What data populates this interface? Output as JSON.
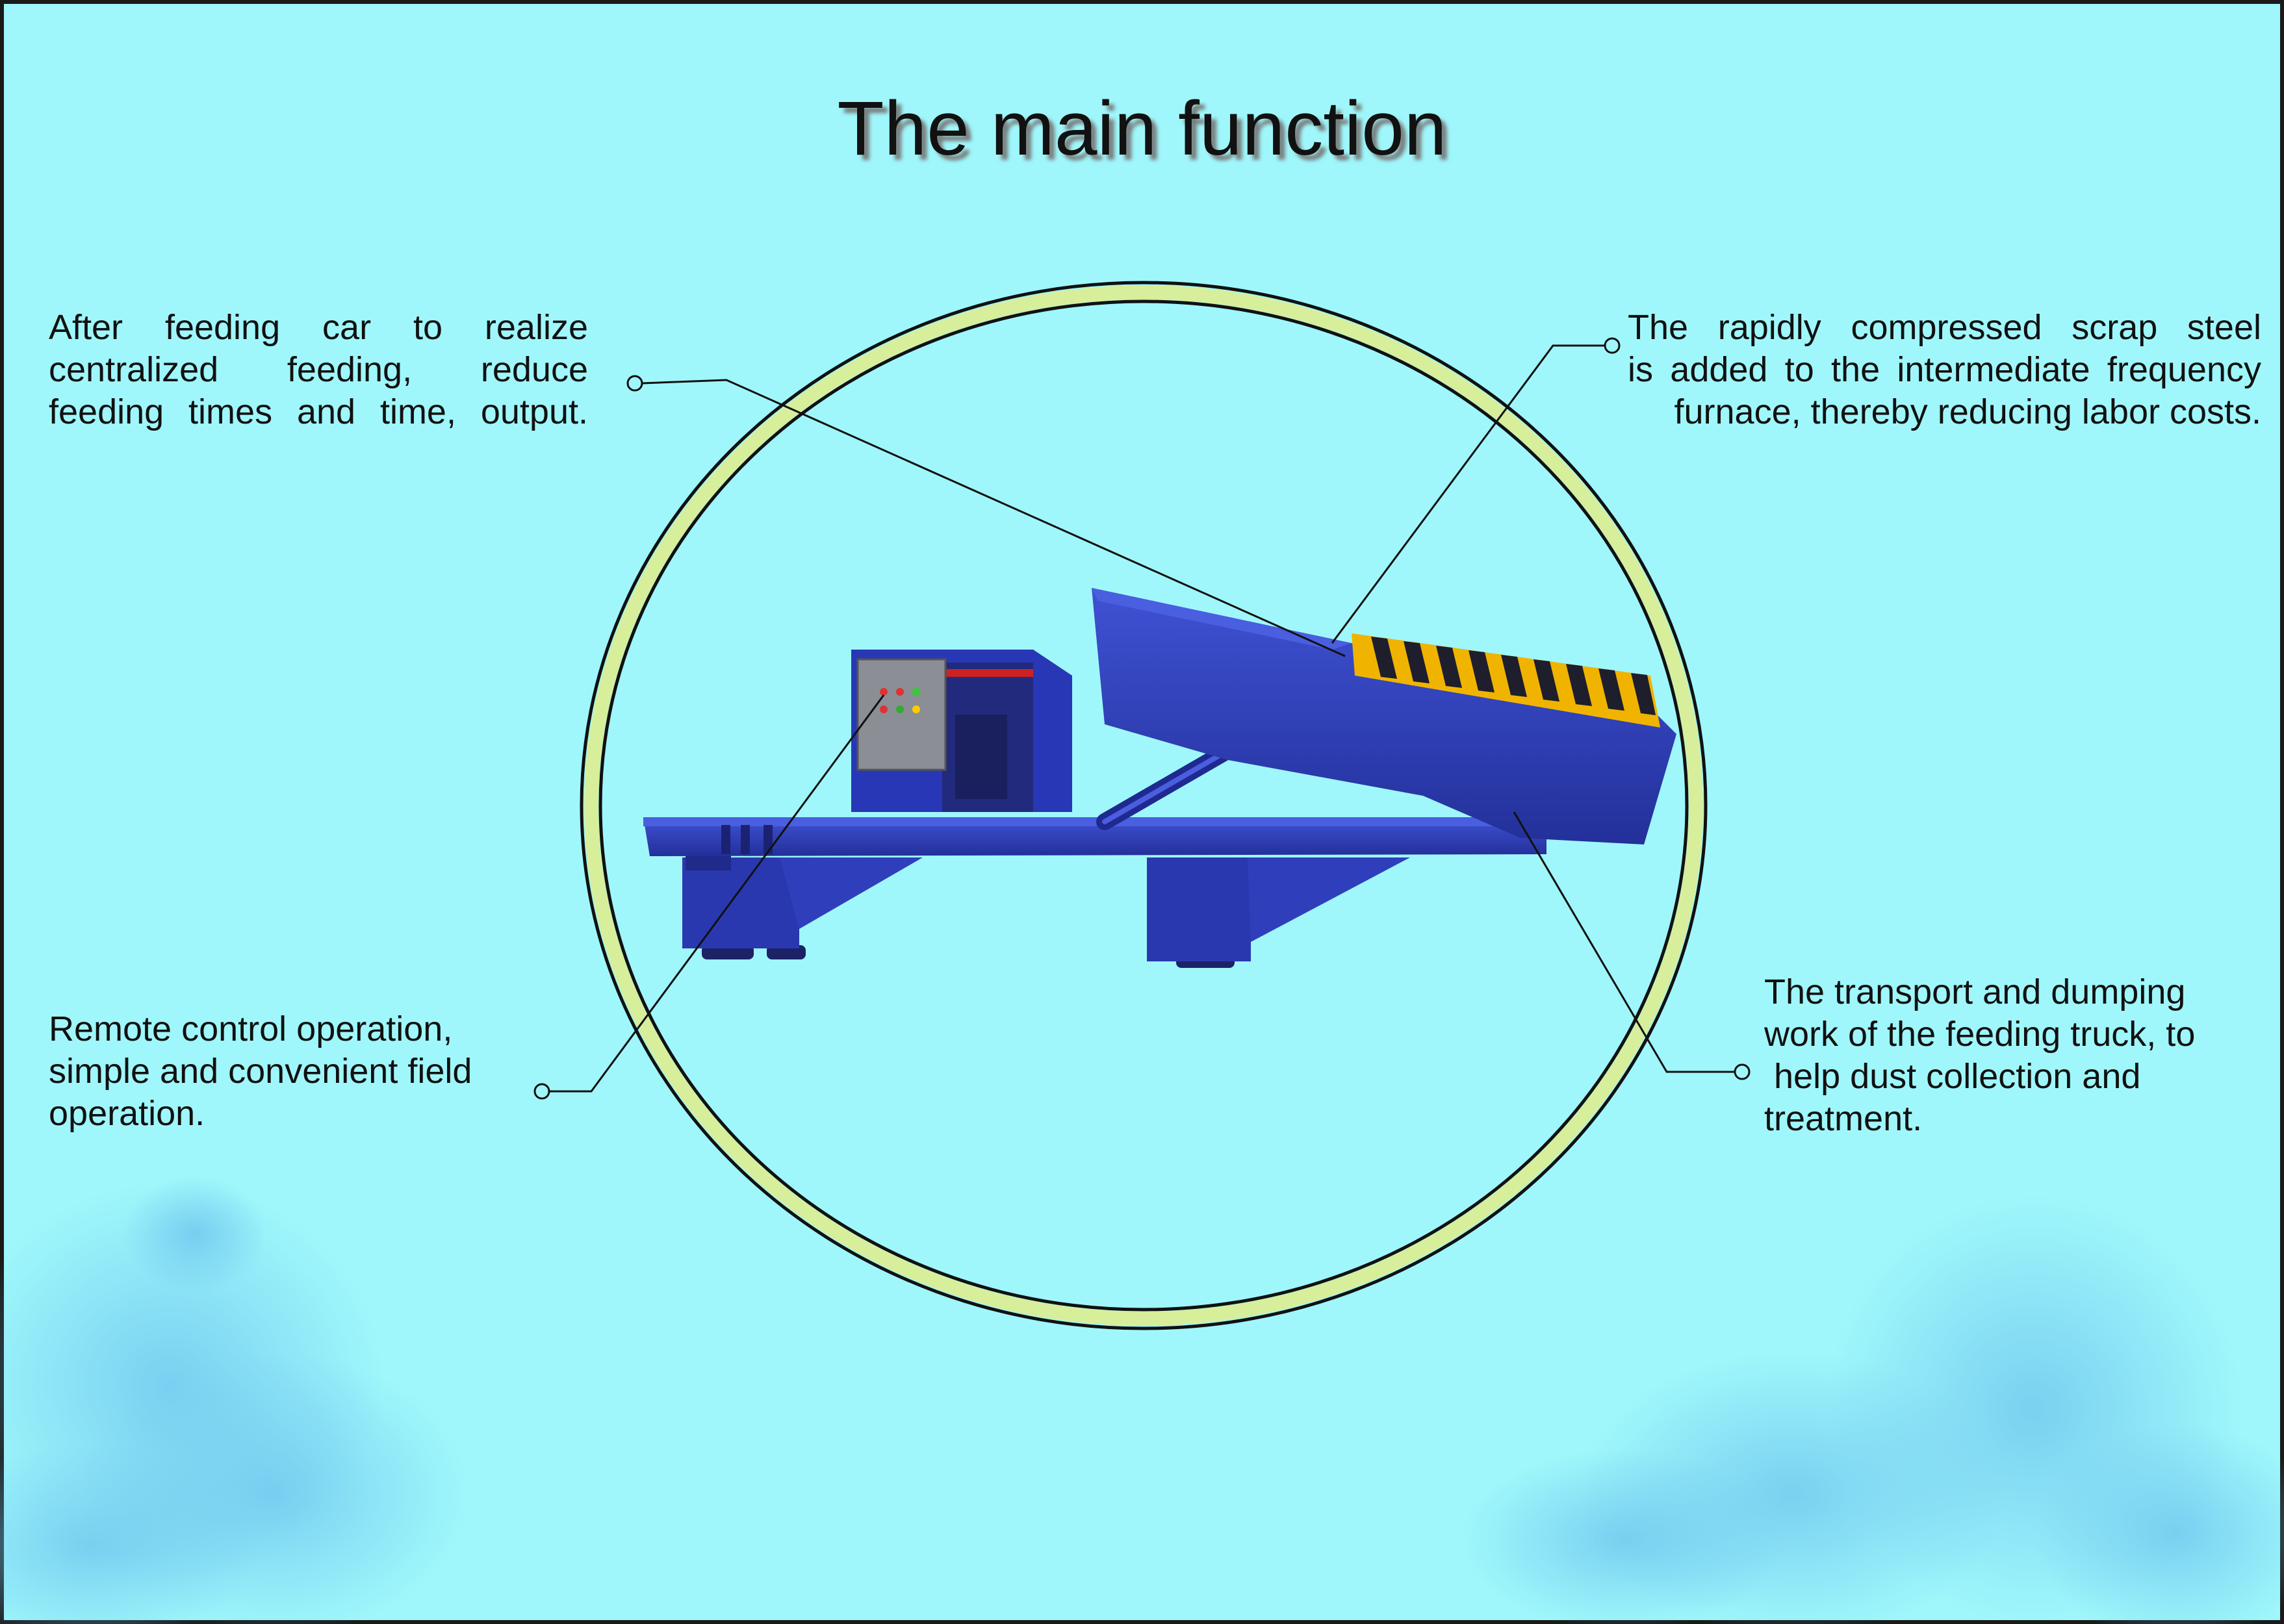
{
  "title": "The main function",
  "captions": {
    "top_left": [
      "After feeding car to realize",
      "centralized feeding, reduce",
      "feeding times and time, output."
    ],
    "top_right": [
      "The rapidly compressed scrap steel",
      "is added to the intermediate frequency",
      "furnace, thereby reducing labor costs."
    ],
    "bottom_left": [
      "Remote control operation,",
      "simple and convenient field",
      "operation."
    ],
    "bottom_right": [
      "The transport and dumping",
      "work of the feeding truck, to",
      " help dust collection and",
      "treatment."
    ]
  },
  "colors": {
    "background": "#9ff7fb",
    "ring": "#d7ee9a",
    "machine": "#3242c4",
    "stripe_yellow": "#f0b400",
    "stripe_dark": "#1e1e2c"
  }
}
